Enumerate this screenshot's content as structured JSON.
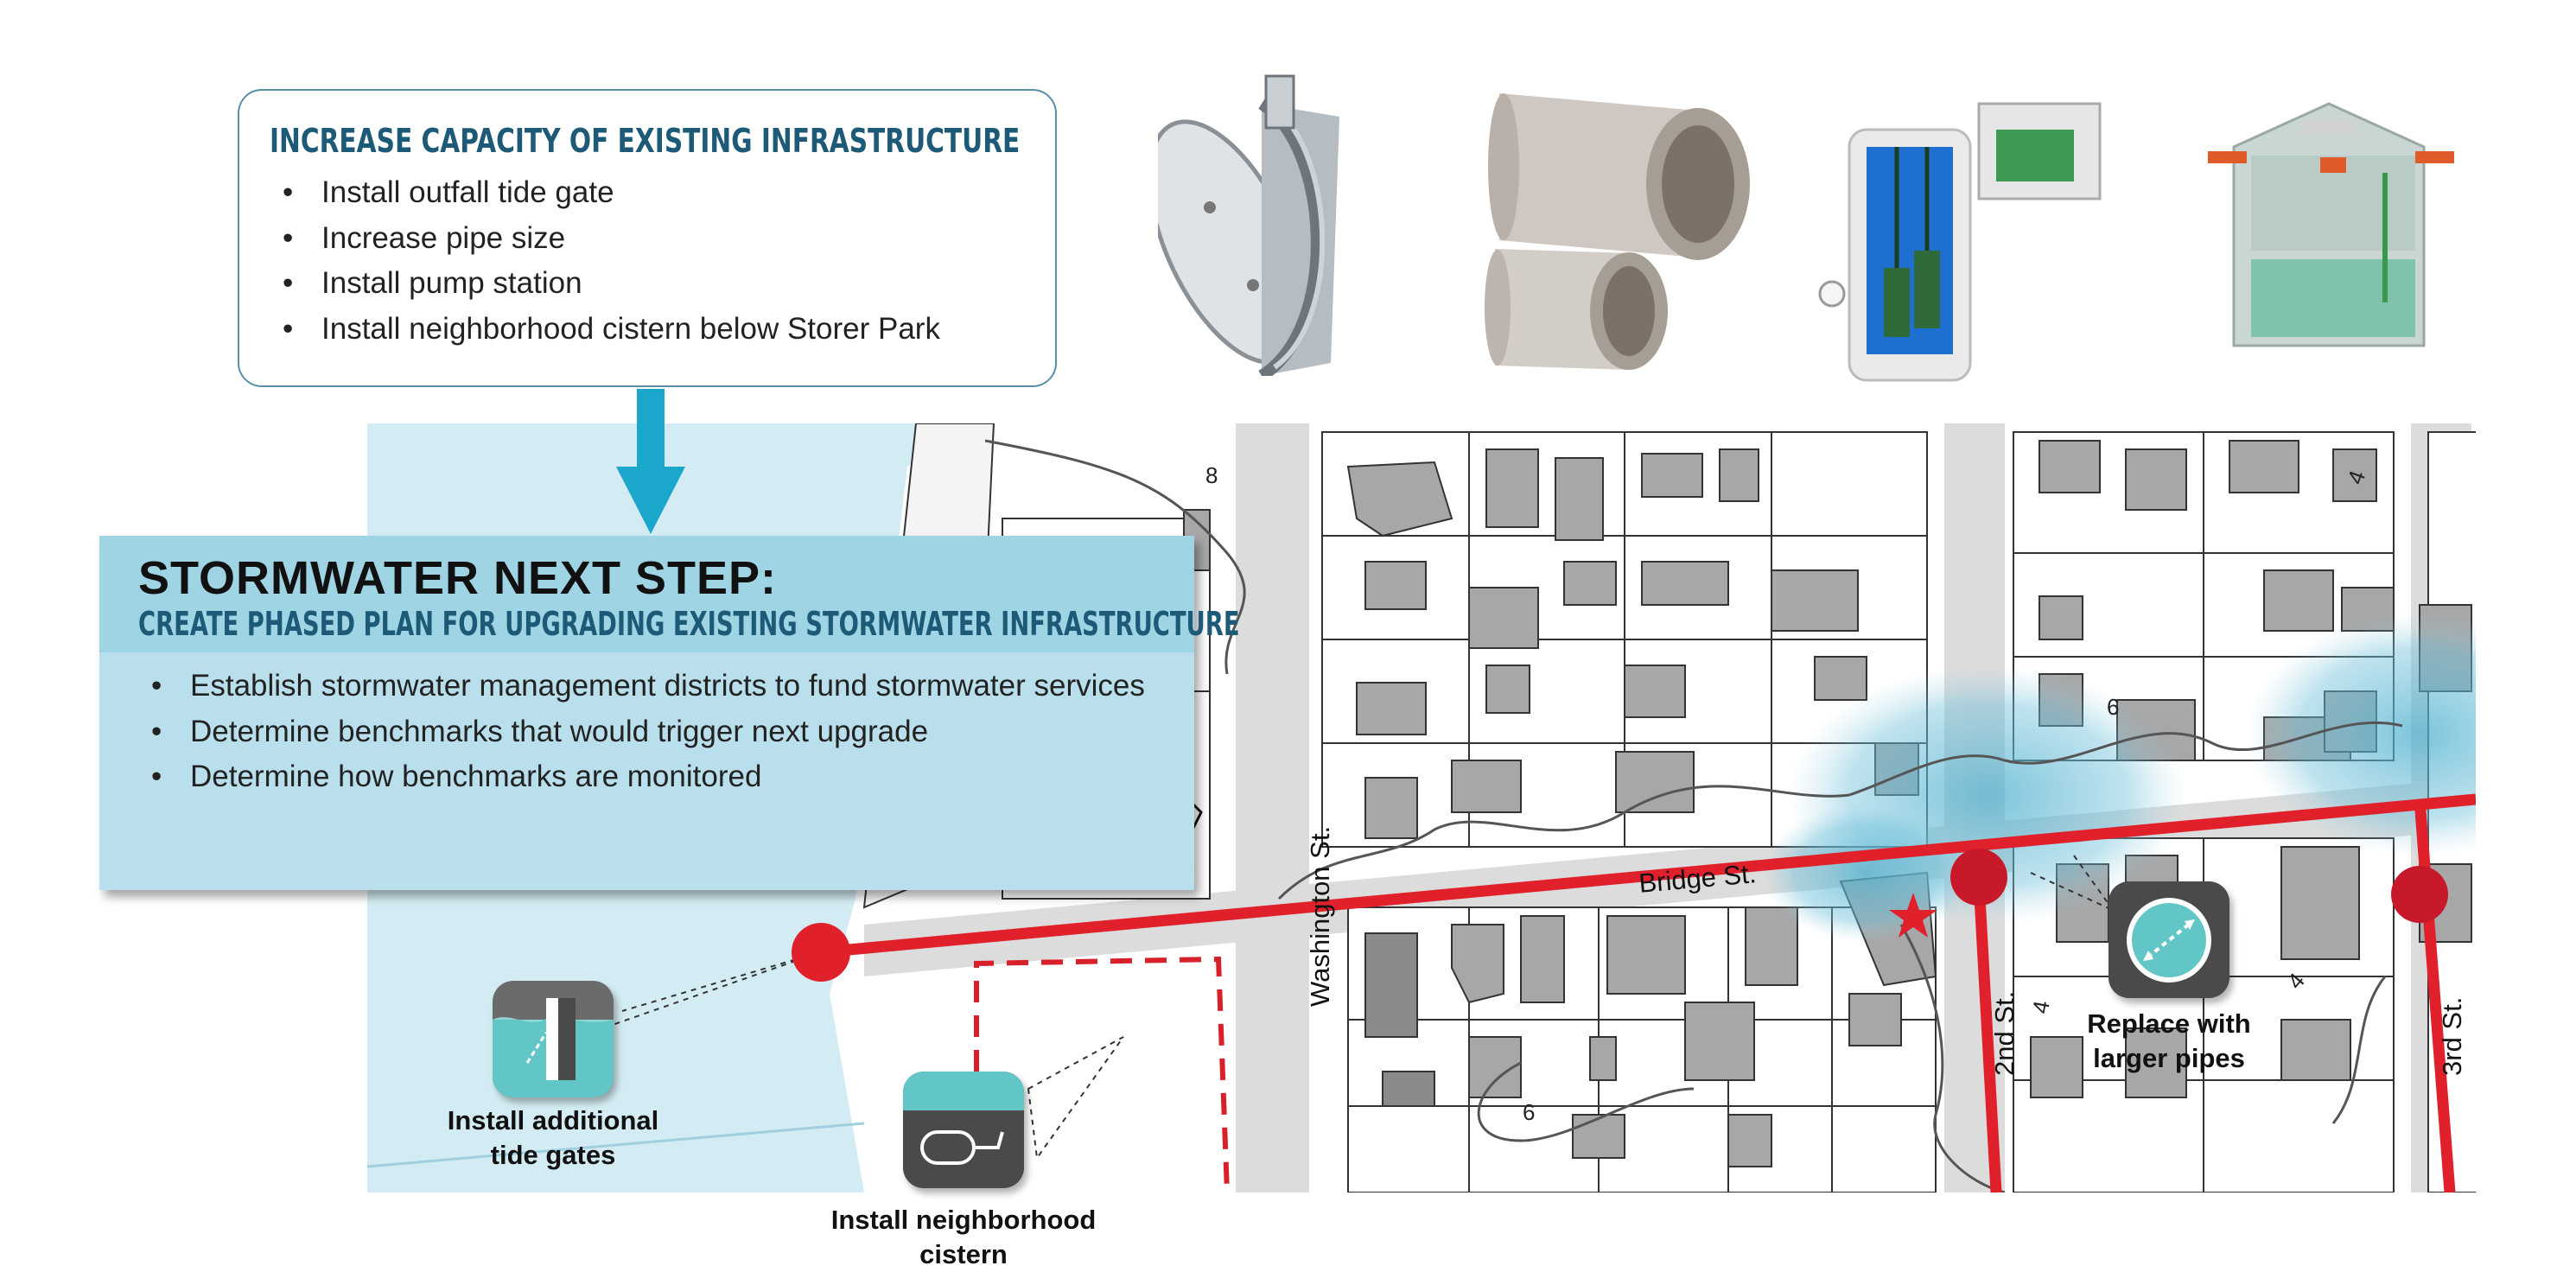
{
  "increase_capacity": {
    "title": "INCREASE CAPACITY OF EXISTING INFRASTRUCTURE",
    "items": [
      "Install outfall tide gate",
      "Increase pipe size",
      "Install pump station",
      "Install neighborhood cistern below Storer Park"
    ]
  },
  "next_step": {
    "title": "STORMWATER NEXT STEP:",
    "subtitle": "CREATE PHASED PLAN FOR UPGRADING EXISTING STORMWATER INFRASTRUCTURE",
    "items": [
      "Establish stormwater management districts to fund stormwater services",
      "Determine benchmarks that would trigger next upgrade",
      "Determine how benchmarks are monitored"
    ]
  },
  "map": {
    "streets": {
      "bridge": "Bridge St.",
      "washington": "Washington St.",
      "second": "2nd St.",
      "third": "3rd St."
    },
    "contours": [
      "8",
      "6",
      "4",
      "4",
      "4",
      "6"
    ],
    "colors": {
      "pipe": "#e0202a",
      "water": "#d3ecf3",
      "building": "#a7a7a7",
      "flood": "#4fb0cf"
    }
  },
  "icons": {
    "tide_gates": {
      "line1": "Install additional",
      "line2": "tide gates",
      "icon": "tide-gate-icon"
    },
    "cistern": {
      "line1": "Install neighborhood",
      "line2": "cistern",
      "icon": "cistern-icon"
    },
    "pipes": {
      "line1": "Replace with",
      "line2": "larger pipes",
      "icon": "pipe-size-icon"
    }
  },
  "photos": [
    "tide-gate-photo",
    "concrete-pipe-photo",
    "pump-station-photo",
    "cistern-photo"
  ]
}
